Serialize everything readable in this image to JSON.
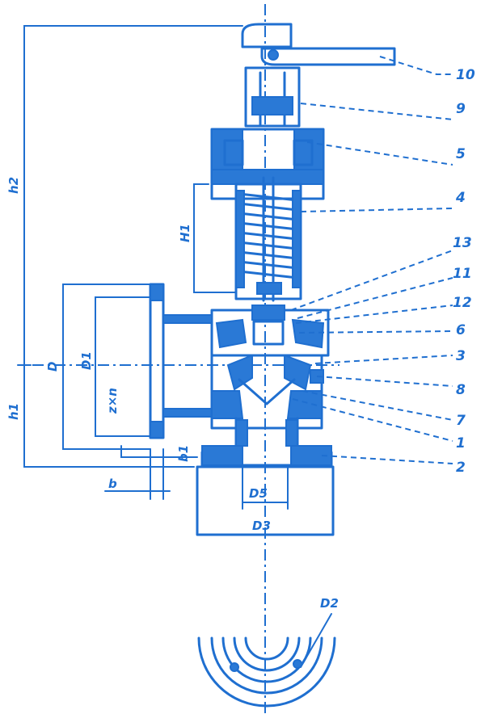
{
  "drawing": {
    "callouts": [
      "10",
      "9",
      "5",
      "4",
      "13",
      "11",
      "12",
      "6",
      "3",
      "8",
      "7",
      "1",
      "2"
    ],
    "dimensions": {
      "h2": "h2",
      "h1": "h1",
      "H1": "H1",
      "D": "D",
      "D1": "D1",
      "z_n": "z×n",
      "b": "b",
      "b1": "b1",
      "D5": "D5",
      "D3": "D3",
      "D2": "D2"
    }
  }
}
